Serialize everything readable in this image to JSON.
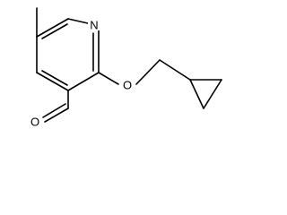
{
  "structure": {
    "atom_labels": {
      "pyridine_nitrogen": "N",
      "ether_oxygen": "O",
      "aldehyde_oxygen": "O"
    }
  }
}
